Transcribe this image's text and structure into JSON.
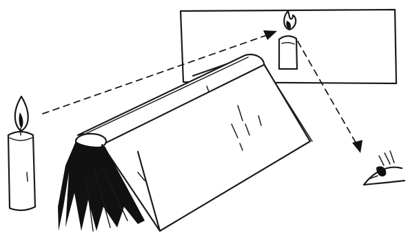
{
  "diagram": {
    "objects": [
      {
        "id": "candle",
        "icon": "candle-icon"
      },
      {
        "id": "book",
        "icon": "book-icon"
      },
      {
        "id": "glass-plate",
        "icon": "glass-pane-icon"
      },
      {
        "id": "virtual-candle-image",
        "icon": "reflected-candle-icon"
      },
      {
        "id": "eye",
        "icon": "eye-icon"
      }
    ],
    "rays": [
      {
        "from": "candle",
        "to": "glass-plate",
        "style": "dashed-arrow"
      },
      {
        "from": "virtual-candle-image",
        "to": "eye",
        "style": "dashed-arrow"
      }
    ],
    "colors": {
      "ink": "#1a1a1a",
      "background": "#ffffff"
    }
  }
}
